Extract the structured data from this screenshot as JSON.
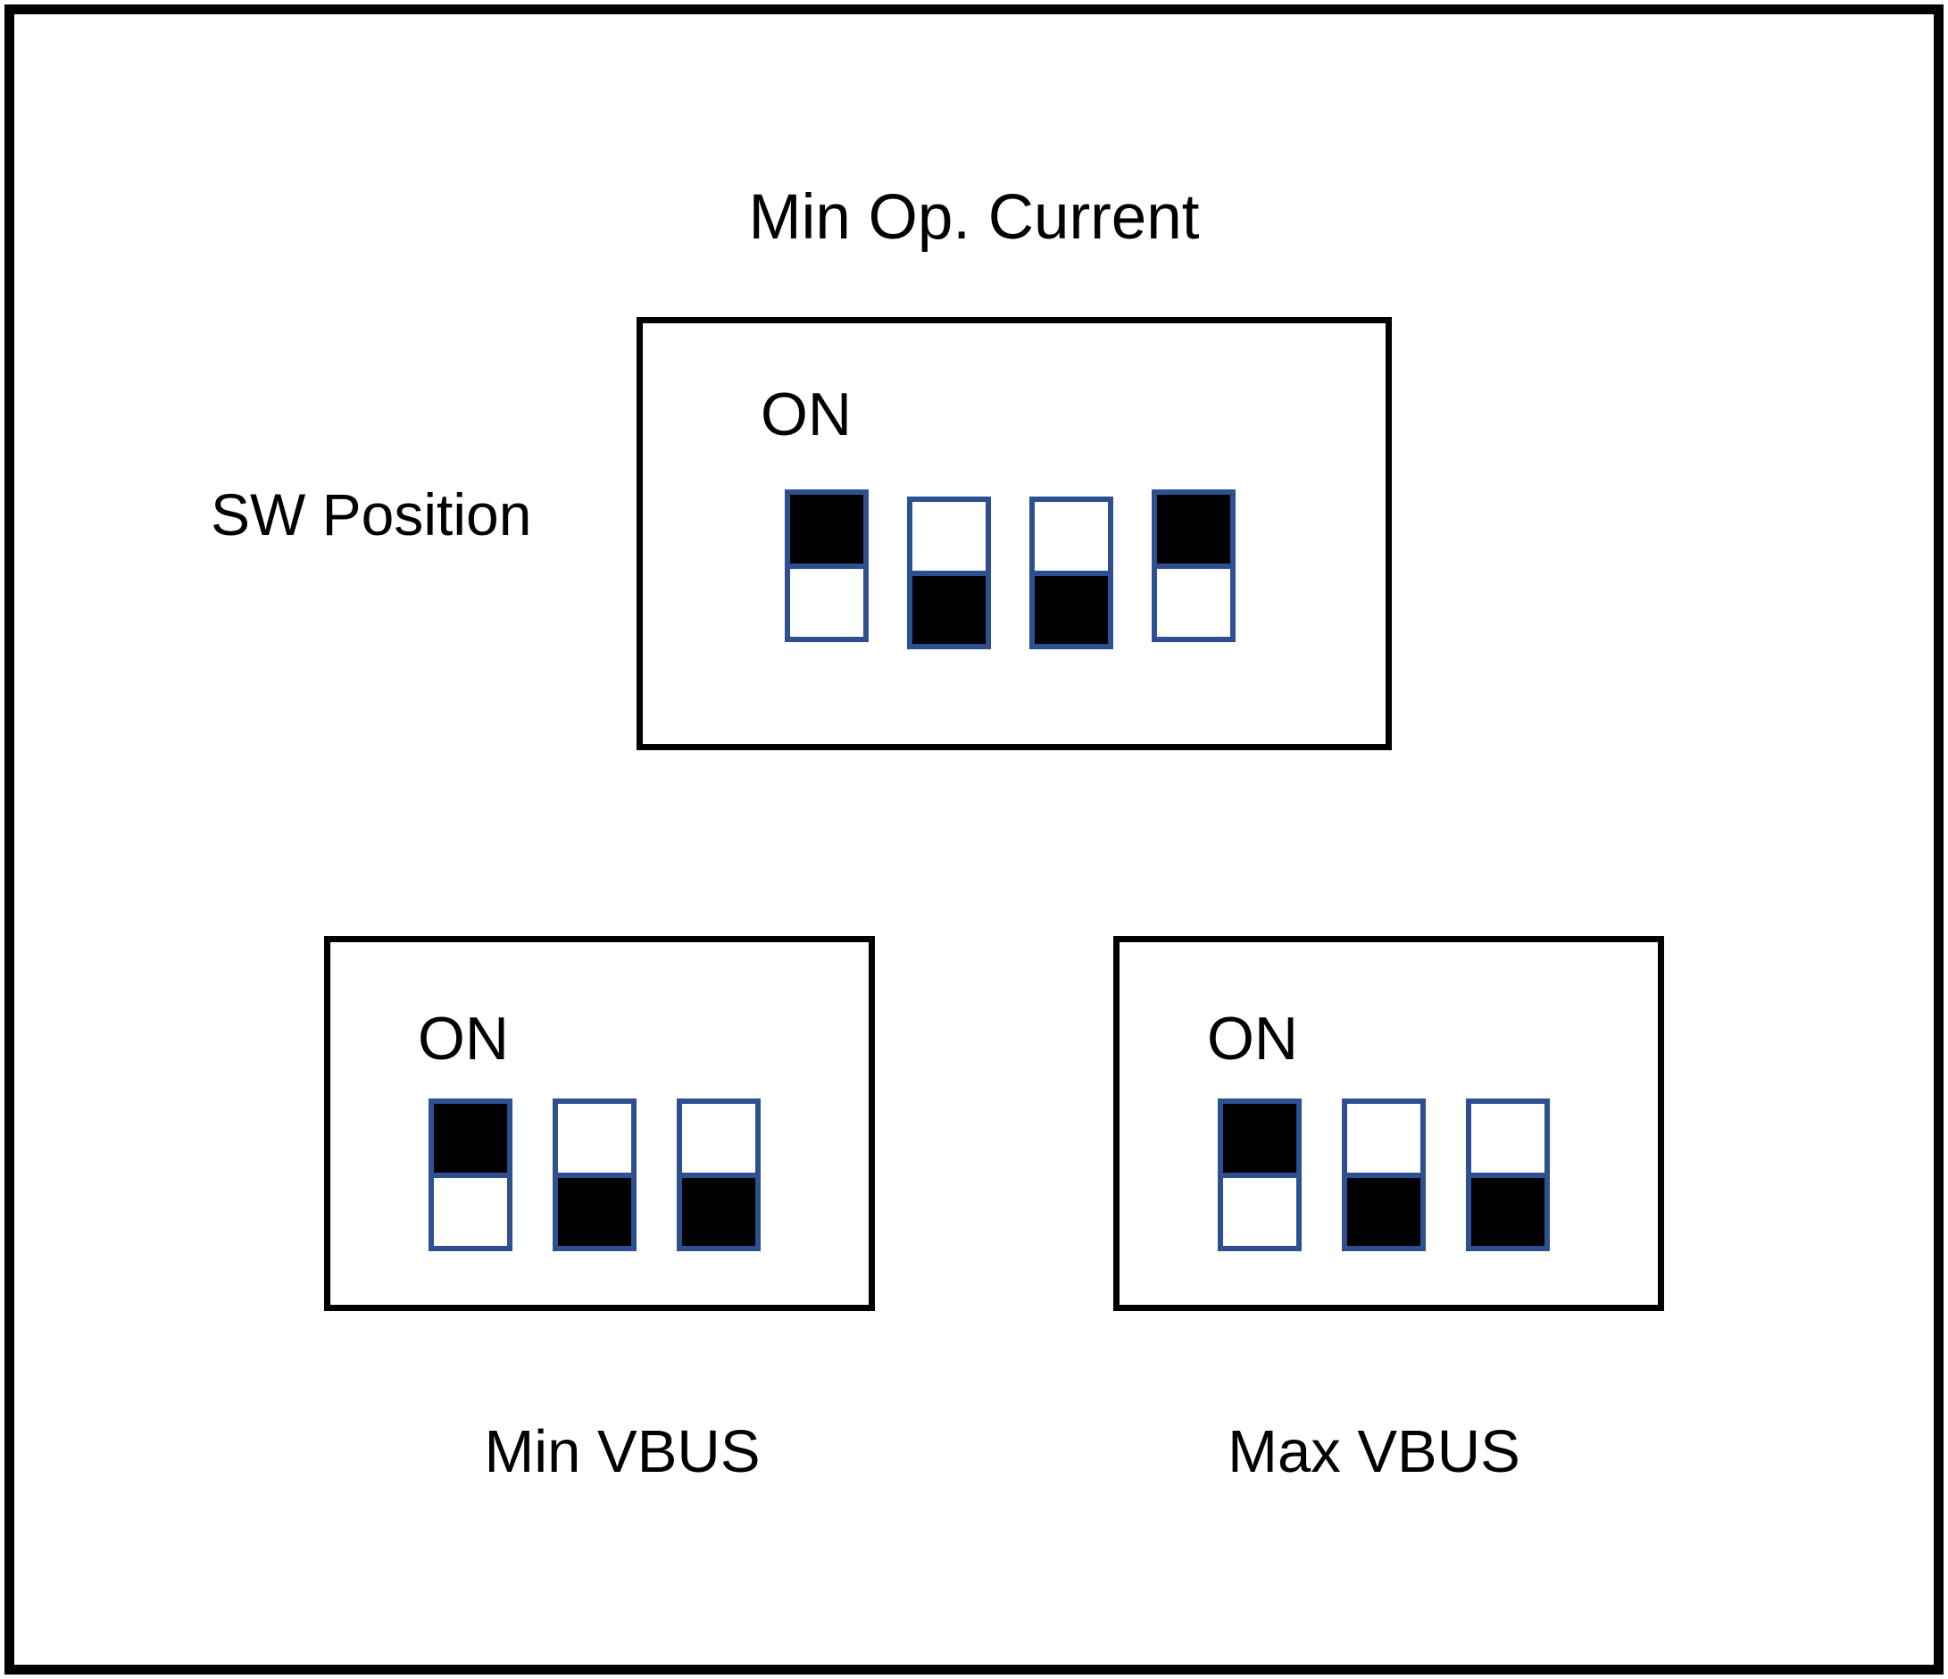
{
  "diagram": {
    "title": "Min Op. Current",
    "row_label": "SW Position",
    "on_label": "ON",
    "accent_color": "#2E5090",
    "frame_color": "#000000",
    "filled_color": "#000000"
  },
  "blocks": [
    {
      "id": "min-op-current",
      "caption": "Min Op. Current",
      "caption_position": "above",
      "on_label": "ON",
      "switch_count": 4,
      "switches": [
        {
          "index": 1,
          "state": "ON"
        },
        {
          "index": 2,
          "state": "OFF"
        },
        {
          "index": 3,
          "state": "OFF"
        },
        {
          "index": 4,
          "state": "ON"
        }
      ]
    },
    {
      "id": "min-vbus",
      "caption": "Min VBUS",
      "caption_position": "below",
      "on_label": "ON",
      "switch_count": 3,
      "switches": [
        {
          "index": 1,
          "state": "ON"
        },
        {
          "index": 2,
          "state": "OFF"
        },
        {
          "index": 3,
          "state": "OFF"
        }
      ]
    },
    {
      "id": "max-vbus",
      "caption": "Max VBUS",
      "caption_position": "below",
      "on_label": "ON",
      "switch_count": 3,
      "switches": [
        {
          "index": 1,
          "state": "ON"
        },
        {
          "index": 2,
          "state": "OFF"
        },
        {
          "index": 3,
          "state": "OFF"
        }
      ]
    }
  ]
}
